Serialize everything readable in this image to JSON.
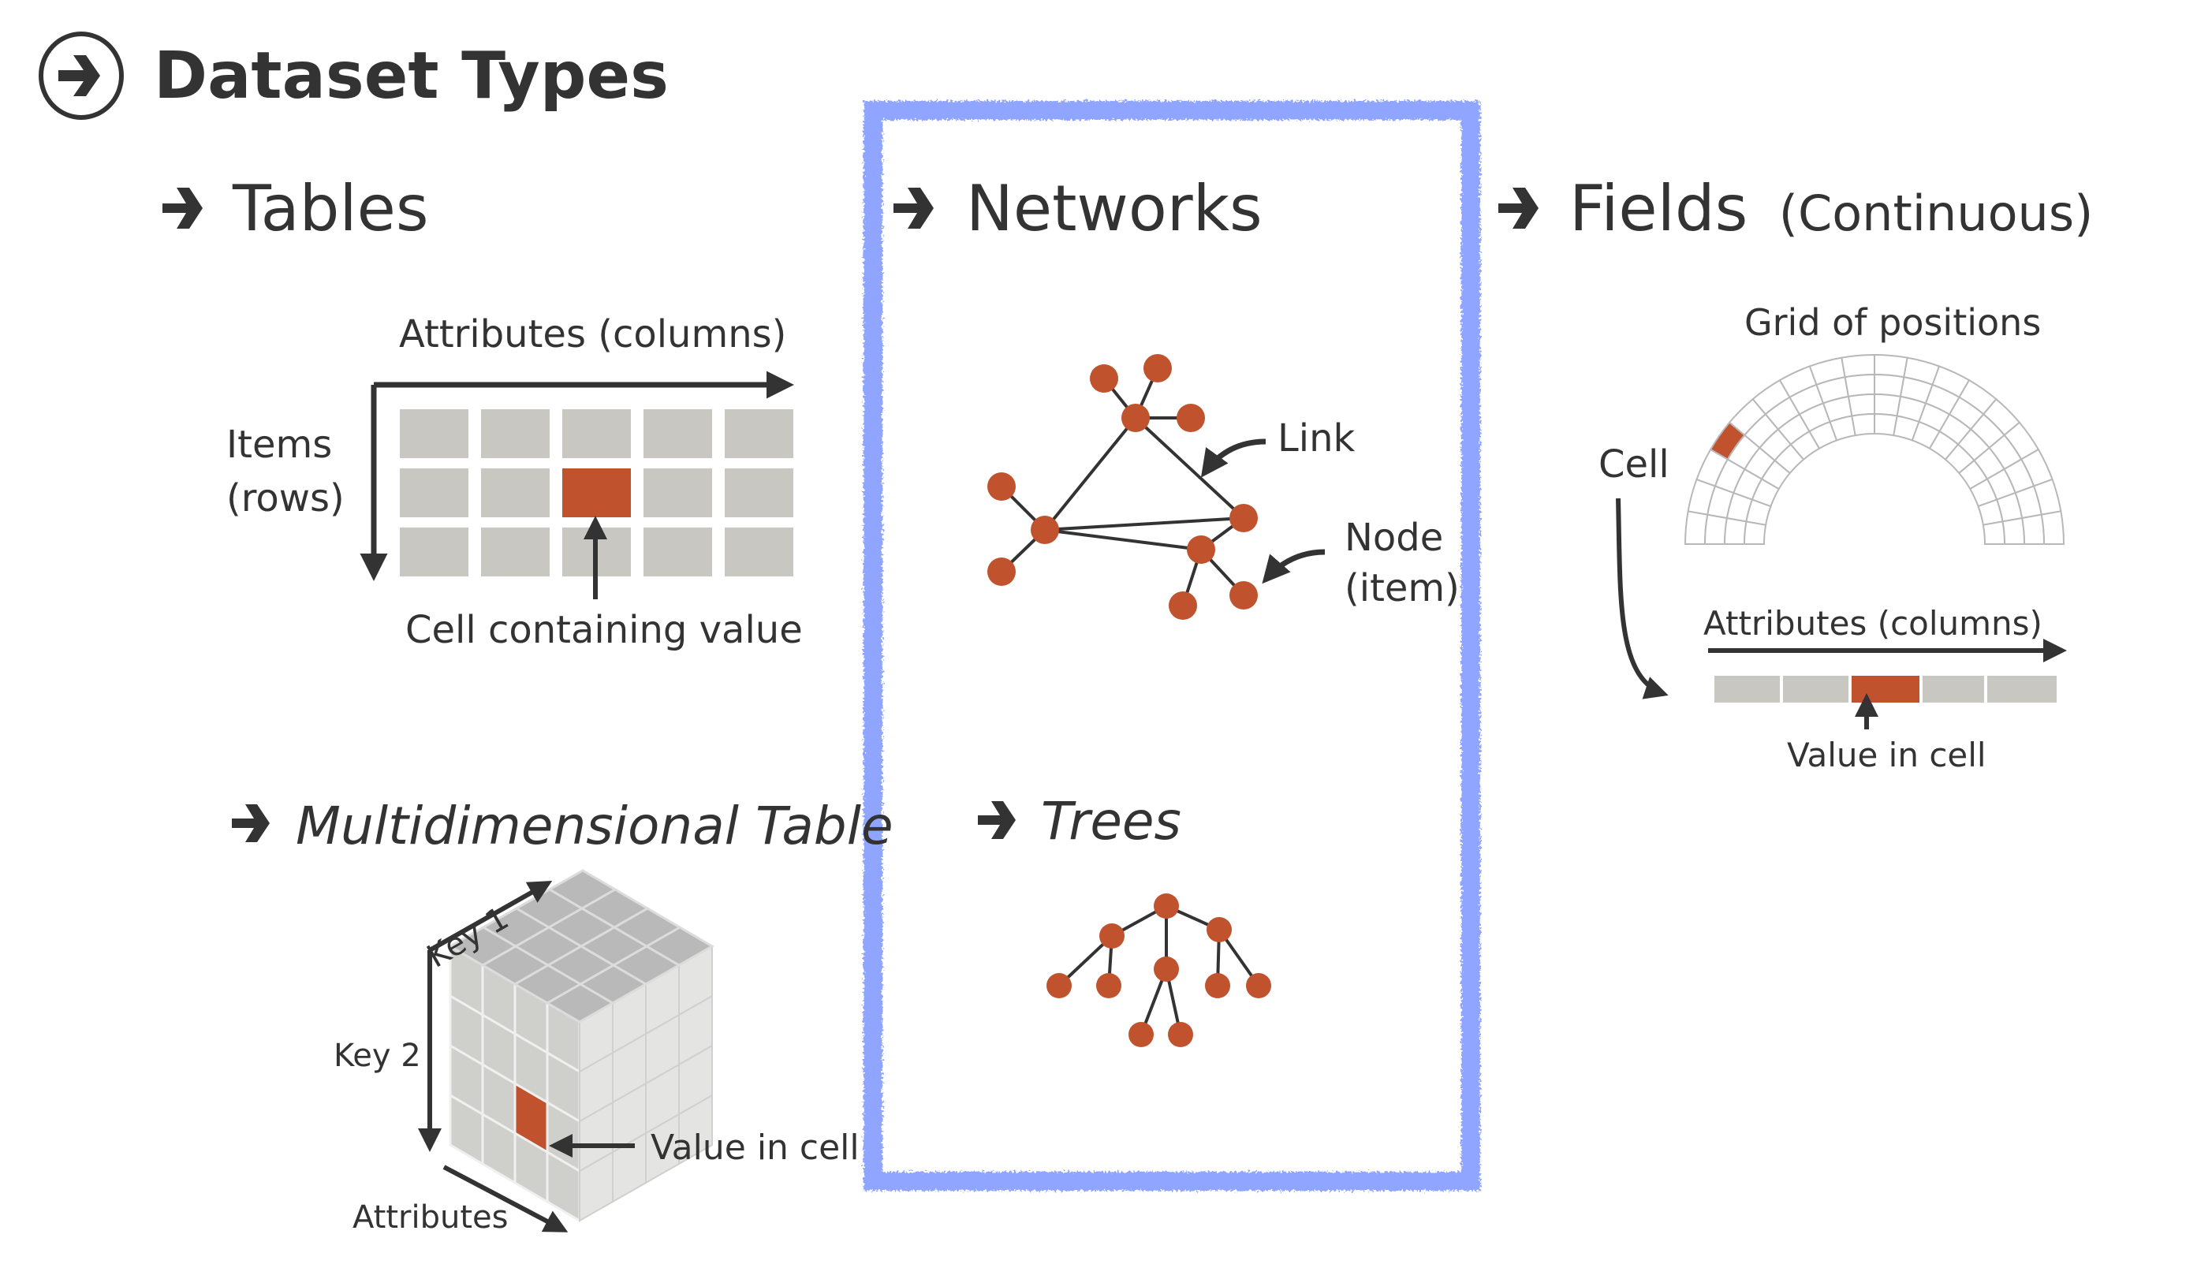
{
  "title": "Dataset Types",
  "colors": {
    "text": "#333333",
    "accent": "#c0522d",
    "cell_gray": "#c8c7c2",
    "cube_top": "#b9b9b9",
    "cube_left": "#cfcfcc",
    "cube_right": "#e4e4e2",
    "highlight_box": "#8fa5ff",
    "grid_line": "#b8b8b8"
  },
  "sections": {
    "tables": {
      "heading": "Tables",
      "x_axis_label": "Attributes (columns)",
      "y_axis_label_line1": "Items",
      "y_axis_label_line2": "(rows)",
      "cell_callout": "Cell containing value",
      "grid": {
        "rows": 3,
        "cols": 5,
        "highlight_row": 1,
        "highlight_col": 2
      }
    },
    "multidimensional_table": {
      "heading": "Multidimensional Table",
      "key1_label": "Key 1",
      "key2_label": "Key 2",
      "attributes_label": "Attributes",
      "value_callout": "Value in cell",
      "cube": {
        "rows": 4,
        "left_cols": 4,
        "right_cols": 4
      }
    },
    "networks": {
      "heading": "Networks",
      "link_label": "Link",
      "node_label_line1": "Node",
      "node_label_line2": "(item)"
    },
    "trees": {
      "heading": "Trees"
    },
    "fields": {
      "heading": "Fields",
      "heading_qualifier": "(Continuous)",
      "grid_label": "Grid of positions",
      "cell_label": "Cell",
      "attributes_label": "Attributes (columns)",
      "value_callout": "Value in cell",
      "polar_grid": {
        "rings": 4,
        "segments": 18,
        "highlight_ring": 0,
        "highlight_segment": 3
      },
      "attribute_strip": {
        "cells": 5,
        "highlight": 2
      }
    }
  }
}
